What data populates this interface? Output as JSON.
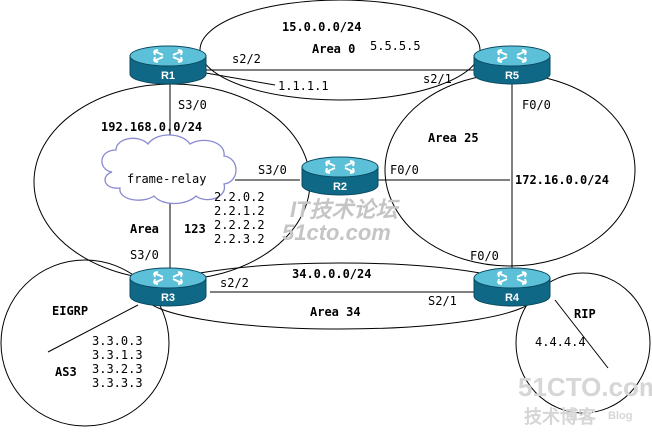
{
  "routers": {
    "r1": "R1",
    "r2": "R2",
    "r3": "R3",
    "r4": "R4",
    "r5": "R5"
  },
  "networks": {
    "top": "15.0.0.0/24",
    "frame_relay_net": "192.168.0.0/24",
    "right": "172.16.0.0/24",
    "bottom": "34.0.0.0/24"
  },
  "areas": {
    "area0": "Area 0",
    "area25": "Area 25",
    "area123_word": "Area",
    "area123_num": "123",
    "area34": "Area 34"
  },
  "interfaces": {
    "r1_s22": "s2/2",
    "r1_s30": "S3/0",
    "r5_s21": "s2/1",
    "r5_f00": "F0/0",
    "r2_s30": "S3/0",
    "r2_f00": "F0/0",
    "r3_s30": "S3/0",
    "r3_s22": "s2/2",
    "r4_s21": "S2/1",
    "r4_f00": "F0/0"
  },
  "loopbacks": {
    "r1": "1.1.1.1",
    "r5": "5.5.5.5",
    "r2": [
      "2.2.0.2",
      "2.2.1.2",
      "2.2.2.2",
      "2.2.3.2"
    ],
    "r3": [
      "3.3.0.3",
      "3.3.1.3",
      "3.3.2.3",
      "3.3.3.3"
    ],
    "r4": "4.4.4.4"
  },
  "cloud_label": "frame-relay",
  "domains": {
    "eigrp": "EIGRP",
    "as3": "AS3",
    "rip": "RIP"
  },
  "watermarks": {
    "center_cn": "IT技术论坛",
    "center_url": "51cto.com",
    "corner_brand": "51CTO.com",
    "corner_cn": "技术博客",
    "corner_blog": "Blog"
  },
  "colors": {
    "router_body": "#0f6f8f",
    "router_top": "#4fb6d2",
    "line": "#000000"
  }
}
